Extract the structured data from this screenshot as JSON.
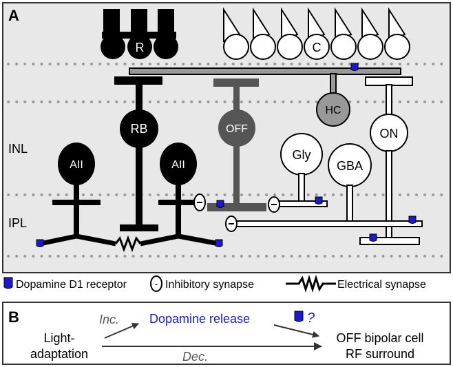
{
  "panel_a": {
    "label": "A",
    "layer_labels": {
      "inl": "INL",
      "ipl": "IPL"
    },
    "cells": {
      "rod": "R",
      "cone": "C",
      "rod_bipolar": "RB",
      "off_bipolar": "OFF",
      "on_bipolar": "ON",
      "horizontal": "HC",
      "amacrine_all_left": "AII",
      "amacrine_all_right": "AII",
      "glycinergic": "Gly",
      "gabaergic": "GBA"
    },
    "colors": {
      "panel_bg": "#e8e8e8",
      "off_cell": "#555555",
      "hc_cell": "#999999",
      "receptor": "#1a1acc"
    }
  },
  "legend": {
    "receptor": "Dopamine D1 receptor",
    "inhibitory_symbol": "-",
    "inhibitory": "Inhibitory synapse",
    "electrical": "Electrical synapse"
  },
  "panel_b": {
    "label": "B",
    "source_line1": "Light-",
    "source_line2": "adaptation",
    "inc": "Inc.",
    "dopamine": "Dopamine release",
    "question": "?",
    "target_line1": "OFF bipolar cell",
    "target_line2": "RF surround",
    "dec": "Dec.",
    "colors": {
      "dopamine": "#1a1acc"
    }
  }
}
